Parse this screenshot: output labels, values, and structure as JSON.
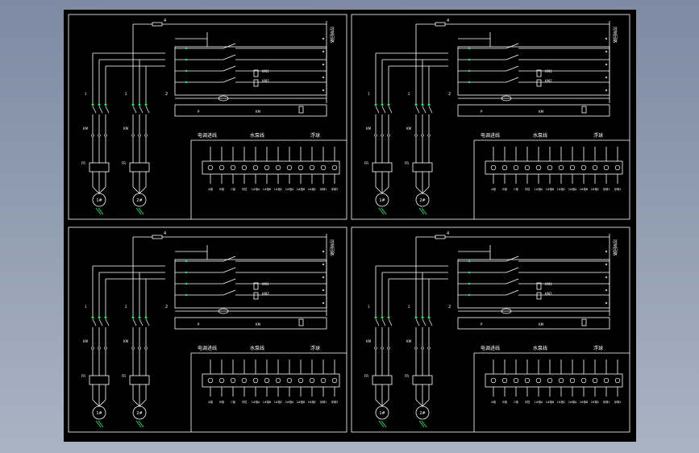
{
  "app": {
    "view": "CAD drawing preview"
  },
  "colors": {
    "background_frame": "#8c98ad",
    "canvas": "#000000",
    "lines": "#ffffff",
    "motor_hatch": "#00ff66",
    "green_contacts": "#00ff66"
  },
  "sheet": {
    "terminal_group_labels": [
      "电调进线",
      "水泵线",
      "浮球"
    ],
    "terminal_bottom_labels": [
      "A相",
      "B相",
      "C相",
      "中性",
      "1#相A",
      "1#相B",
      "1#相C",
      "2#相A",
      "2#相B",
      "2#相C",
      "浮球1",
      "浮球2"
    ],
    "motor_labels": [
      "1#",
      "2#"
    ],
    "node_top_label": "4",
    "left_label": "2",
    "side_label": "控制回路",
    "contactor_labels": [
      "KM",
      "KM"
    ],
    "relay_labels": [
      "FR",
      "FR"
    ]
  },
  "panels": [
    {
      "id": "top-left"
    },
    {
      "id": "top-right"
    },
    {
      "id": "bottom-left"
    },
    {
      "id": "bottom-right"
    }
  ]
}
